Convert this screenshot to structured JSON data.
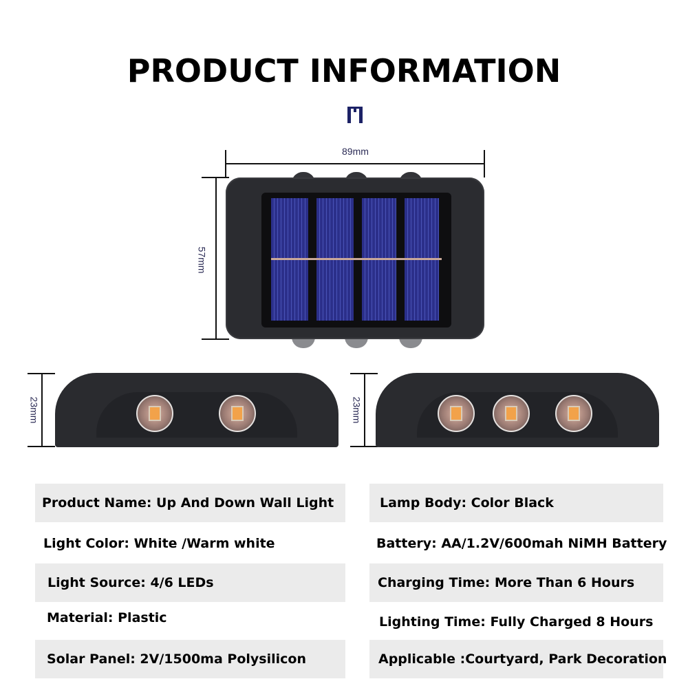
{
  "header": {
    "title": "PRODUCT INFORMATION",
    "brand_color": "#1c2266"
  },
  "diagram": {
    "top_view": {
      "width_label": "89mm",
      "height_label": "57mm"
    },
    "side_view_left": {
      "height_label": "23mm",
      "led_count": 2
    },
    "side_view_right": {
      "height_label": "23mm",
      "led_count": 3
    }
  },
  "specs": {
    "left": [
      {
        "text": "Product Name:  Up And Down Wall Light",
        "shaded": true
      },
      {
        "text": "Light Color: White /Warm white",
        "shaded": false
      },
      {
        "text": "Light Source: 4/6 LEDs",
        "shaded": true
      },
      {
        "text": "Material: Plastic",
        "shaded": false
      },
      {
        "text": "Solar Panel: 2V/1500ma Polysilicon",
        "shaded": true
      }
    ],
    "right": [
      {
        "text": "Lamp Body: Color Black",
        "shaded": true
      },
      {
        "text": "Battery: AA/1.2V/600mah NiMH Battery",
        "shaded": false
      },
      {
        "text": "Charging Time: More Than 6 Hours",
        "shaded": true
      },
      {
        "text": "Lighting Time: Fully Charged 8 Hours",
        "shaded": false
      },
      {
        "text": "Applicable :Courtyard, Park Decoration",
        "shaded": true
      }
    ]
  }
}
